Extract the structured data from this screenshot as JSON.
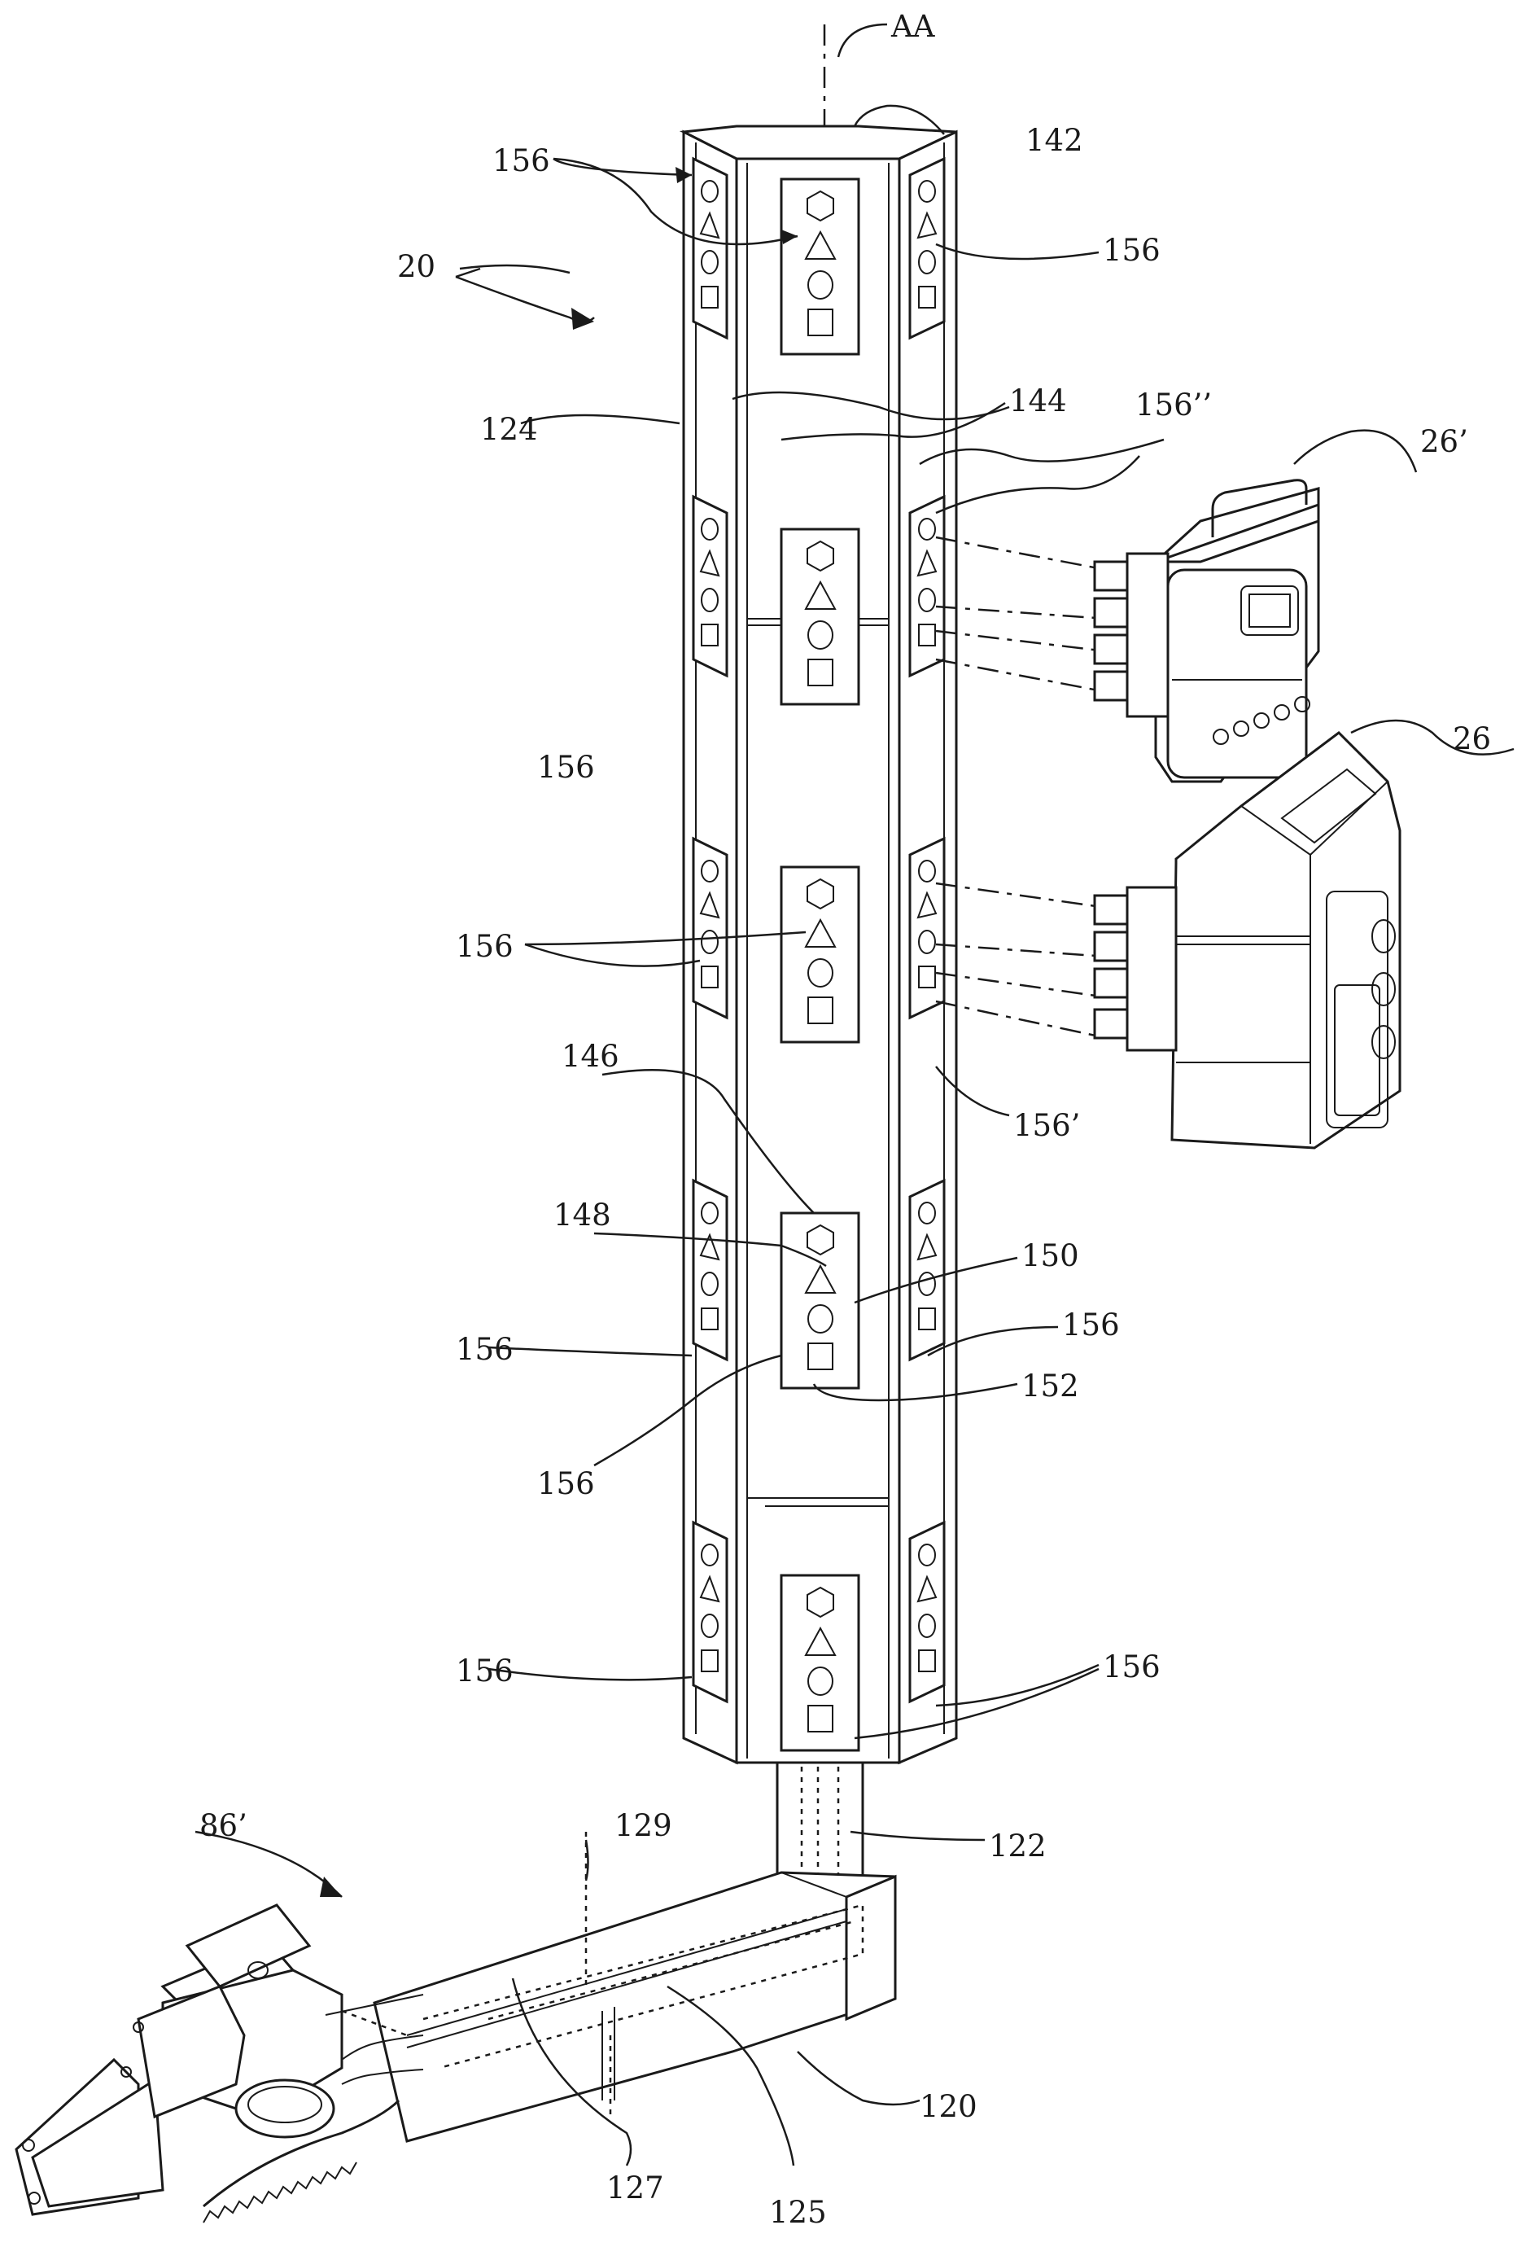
{
  "figure": {
    "labels": {
      "axis": "AA",
      "l142": "142",
      "l20": "20",
      "l124": "124",
      "l144": "144",
      "l156pp": "156’’",
      "l26p": "26’",
      "l26": "26",
      "l146": "146",
      "l148": "148",
      "l150": "150",
      "l152": "152",
      "l156p": "156’",
      "l122": "122",
      "l86p": "86’",
      "l129": "129",
      "l120": "120",
      "l127": "127",
      "l125": "125",
      "l156": "156"
    }
  }
}
